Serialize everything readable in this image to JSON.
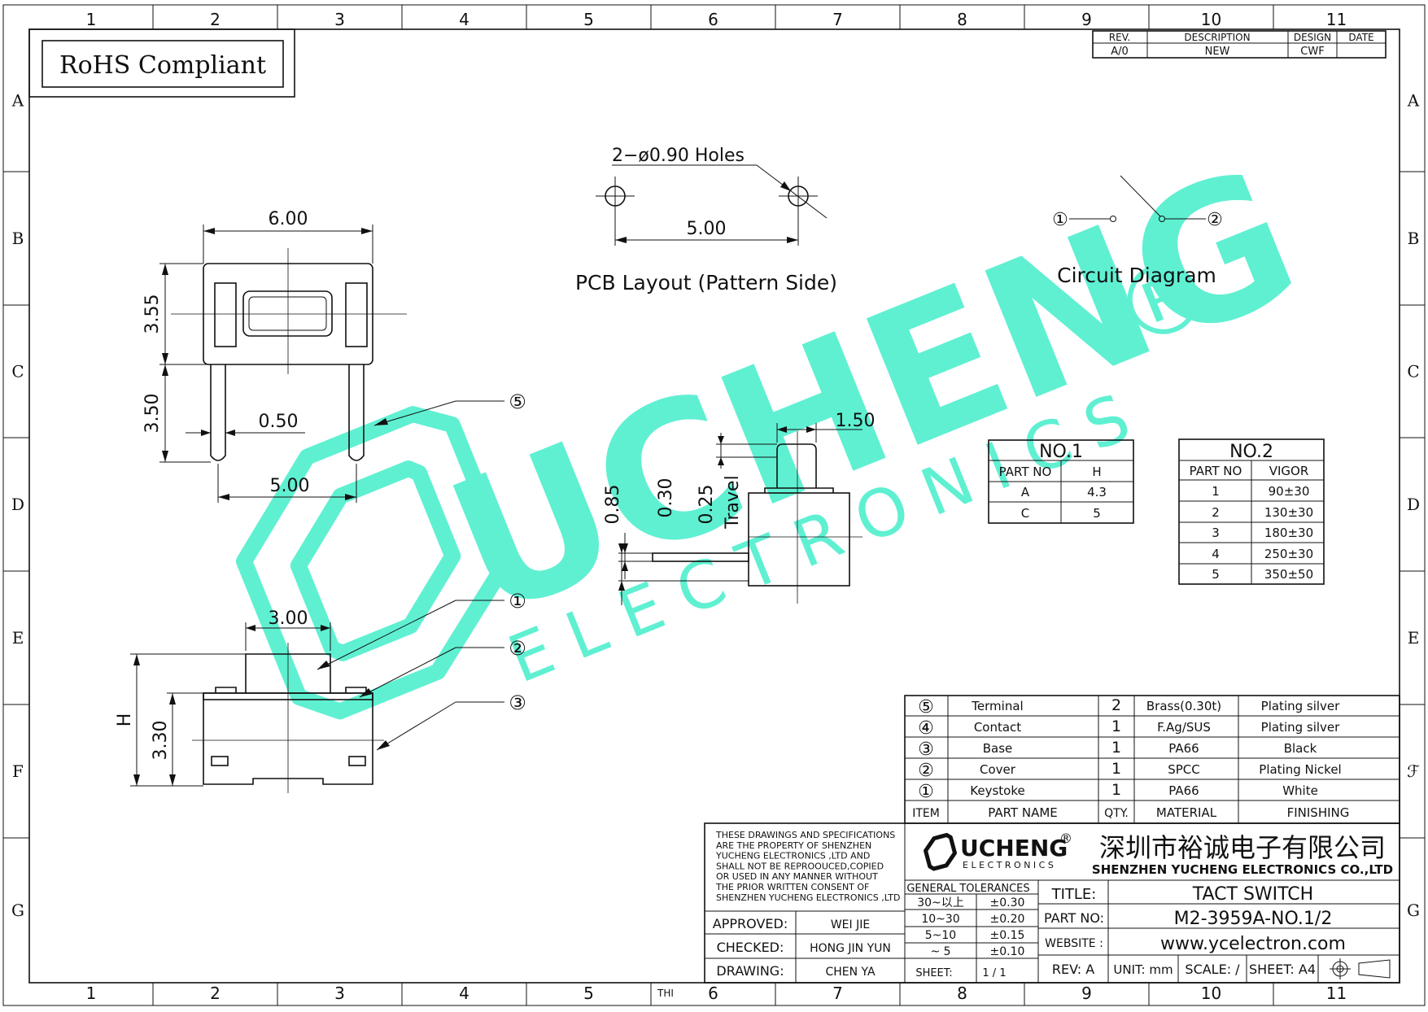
{
  "frame": {
    "columns": [
      "1",
      "2",
      "3",
      "4",
      "5",
      "6",
      "7",
      "8",
      "9",
      "10",
      "11"
    ],
    "rows": [
      "A",
      "B",
      "C",
      "D",
      "E",
      "F",
      "G"
    ],
    "right_row_f_glyph": "ℱ"
  },
  "rohs": "RoHS Compliant",
  "revision_block": {
    "headers": [
      "REV.",
      "DESCRIPTION",
      "DESIGN",
      "DATE"
    ],
    "row": [
      "A/0",
      "NEW",
      "CWF",
      ""
    ]
  },
  "top_view": {
    "width_dim": "6.00",
    "body_height_dim": "3.55",
    "pin_length_dim": "3.50",
    "pin_width_dim": "0.50",
    "pin_pitch_dim": "5.00",
    "callout": "⑤"
  },
  "pcb_layout": {
    "holes_label": "2−ø0.90  Holes",
    "pitch_dim": "5.00",
    "caption": "PCB  Layout  (Pattern  Side)"
  },
  "circuit": {
    "caption": "Circuit  Diagram",
    "terminal_1": "①",
    "terminal_2": "②"
  },
  "side_detail": {
    "width_dim": "1.50",
    "dim_085": "0.85",
    "dim_030": "0.30",
    "dim_025": "0.25",
    "travel": "Travel"
  },
  "front_view": {
    "width_dim": "3.00",
    "height_label": "H",
    "body_height_dim": "3.30",
    "callouts": [
      "①",
      "②",
      "③"
    ]
  },
  "table_no1": {
    "title": "NO.1",
    "headers": [
      "PART  NO",
      "H"
    ],
    "rows": [
      [
        "A",
        "4.3"
      ],
      [
        "C",
        "5"
      ]
    ]
  },
  "table_no2": {
    "title": "NO.2",
    "headers": [
      "PART  NO",
      "VIGOR"
    ],
    "rows": [
      [
        "1",
        "90±30"
      ],
      [
        "2",
        "130±30"
      ],
      [
        "3",
        "180±30"
      ],
      [
        "4",
        "250±30"
      ],
      [
        "5",
        "350±50"
      ]
    ]
  },
  "bom": {
    "rows": [
      {
        "item": "⑤",
        "name": "Terminal",
        "qty": "2",
        "material": "Brass(0.30t)",
        "finish": "Plating  silver"
      },
      {
        "item": "④",
        "name": "Contact",
        "qty": "1",
        "material": "F.Ag/SUS",
        "finish": "Plating  silver"
      },
      {
        "item": "③",
        "name": "Base",
        "qty": "1",
        "material": "PA66",
        "finish": "Black"
      },
      {
        "item": "②",
        "name": "Cover",
        "qty": "1",
        "material": "SPCC",
        "finish": "Plating  Nickel"
      },
      {
        "item": "①",
        "name": "Keystoke",
        "qty": "1",
        "material": "PA66",
        "finish": "White"
      }
    ],
    "header": {
      "item": "ITEM",
      "name": "PART  NAME",
      "qty": "QTY.",
      "material": "MATERIAL",
      "finish": "FINISHING"
    }
  },
  "title_block": {
    "notice": [
      "THESE DRAWINGS AND SPECIFICATIONS",
      "ARE THE PROPERTY OF SHENZHEN",
      " YUCHENG ELECTRONICS ,LTD AND",
      " SHALL NOT BE REPROOUCED,COPIED",
      "OR USED IN ANY MANNER WITHOUT",
      "THE PRIOR WRITTEN CONSENT OF",
      "SHENZHEN YUCHENG ELECTRONICS ,LTD"
    ],
    "logo_word": "UCHENG",
    "logo_sub": "E L E C T R O N I C S",
    "logo_reg": "®",
    "company_cn": "深圳市裕诚电子有限公司",
    "company_en": "SHENZHEN YUCHENG ELECTRONICS CO.,LTD",
    "approved_label": "APPROVED:",
    "approved_value": "WEI JIE",
    "checked_label": "CHECKED:",
    "checked_value": "HONG JIN YUN",
    "drawing_label": "DRAWING:",
    "drawing_value": "CHEN YA",
    "tolerance_title": "GENERAL TOLERANCES",
    "tolerances": [
      [
        "30~以上",
        "±0.30"
      ],
      [
        "10~30",
        "±0.20"
      ],
      [
        "5~10",
        "±0.15"
      ],
      [
        "~ 5",
        "±0.10"
      ]
    ],
    "sheet_label": "SHEET:",
    "sheet_value": "1 / 1",
    "title_label": "TITLE:",
    "title_value": "TACT SWITCH",
    "partno_label": "PART NO:",
    "partno_value": "M2-3959A-NO.1/2",
    "website_label": "WEBSITE :",
    "website_value": "www.ycelectron.com",
    "rev": "REV: A",
    "unit": "UNIT: mm",
    "scale": "SCALE: /",
    "sheet_size": "SHEET: A4"
  },
  "watermark": {
    "word": "UCHENG",
    "reg": "®",
    "sub": "E L E C T R O N I C S",
    "color": "#5ff0d2"
  },
  "stray_label": "THI"
}
